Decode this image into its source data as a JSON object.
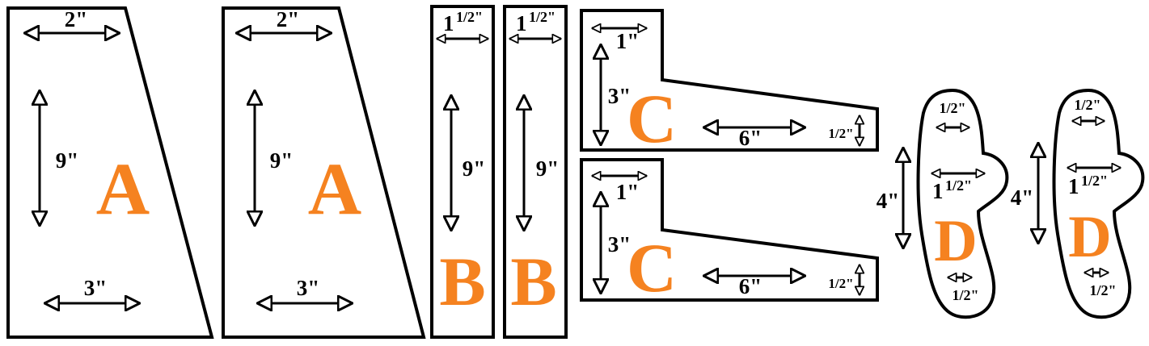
{
  "colors": {
    "outline": "#000000",
    "label": "#f58220",
    "background": "#ffffff"
  },
  "pieces": {
    "a1": {
      "letter": "A",
      "top": "2\"",
      "height": "9\"",
      "bottom": "3\""
    },
    "a2": {
      "letter": "A",
      "top": "2\"",
      "height": "9\"",
      "bottom": "3\""
    },
    "b1": {
      "letter": "B",
      "width_whole": "1",
      "width_frac": "1/2\"",
      "height": "9\""
    },
    "b2": {
      "letter": "B",
      "width_whole": "1",
      "width_frac": "1/2\"",
      "height": "9\""
    },
    "c1": {
      "letter": "C",
      "top_width": "1\"",
      "height": "3\"",
      "length": "6\"",
      "end": "1/2\""
    },
    "c2": {
      "letter": "C",
      "top_width": "1\"",
      "height": "3\"",
      "length": "6\"",
      "end": "1/2\""
    },
    "d1": {
      "letter": "D",
      "top": "1/2\"",
      "mid_whole": "1",
      "mid_frac": "1/2\"",
      "height": "4\"",
      "bottom": "1/2\""
    },
    "d2": {
      "letter": "D",
      "top": "1/2\"",
      "mid_whole": "1",
      "mid_frac": "1/2\"",
      "height": "4\"",
      "bottom": "1/2\""
    }
  }
}
